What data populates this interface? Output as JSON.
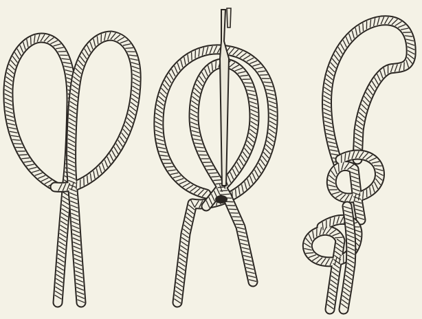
{
  "figure": {
    "colors": {
      "paper": "#f4f2e6",
      "ink": "#2a2622",
      "rope": "#f1efe3"
    },
    "panels": [
      {
        "name": "double-loop"
      },
      {
        "name": "ring-with-marlinspike"
      },
      {
        "name": "knot-chain"
      }
    ]
  }
}
